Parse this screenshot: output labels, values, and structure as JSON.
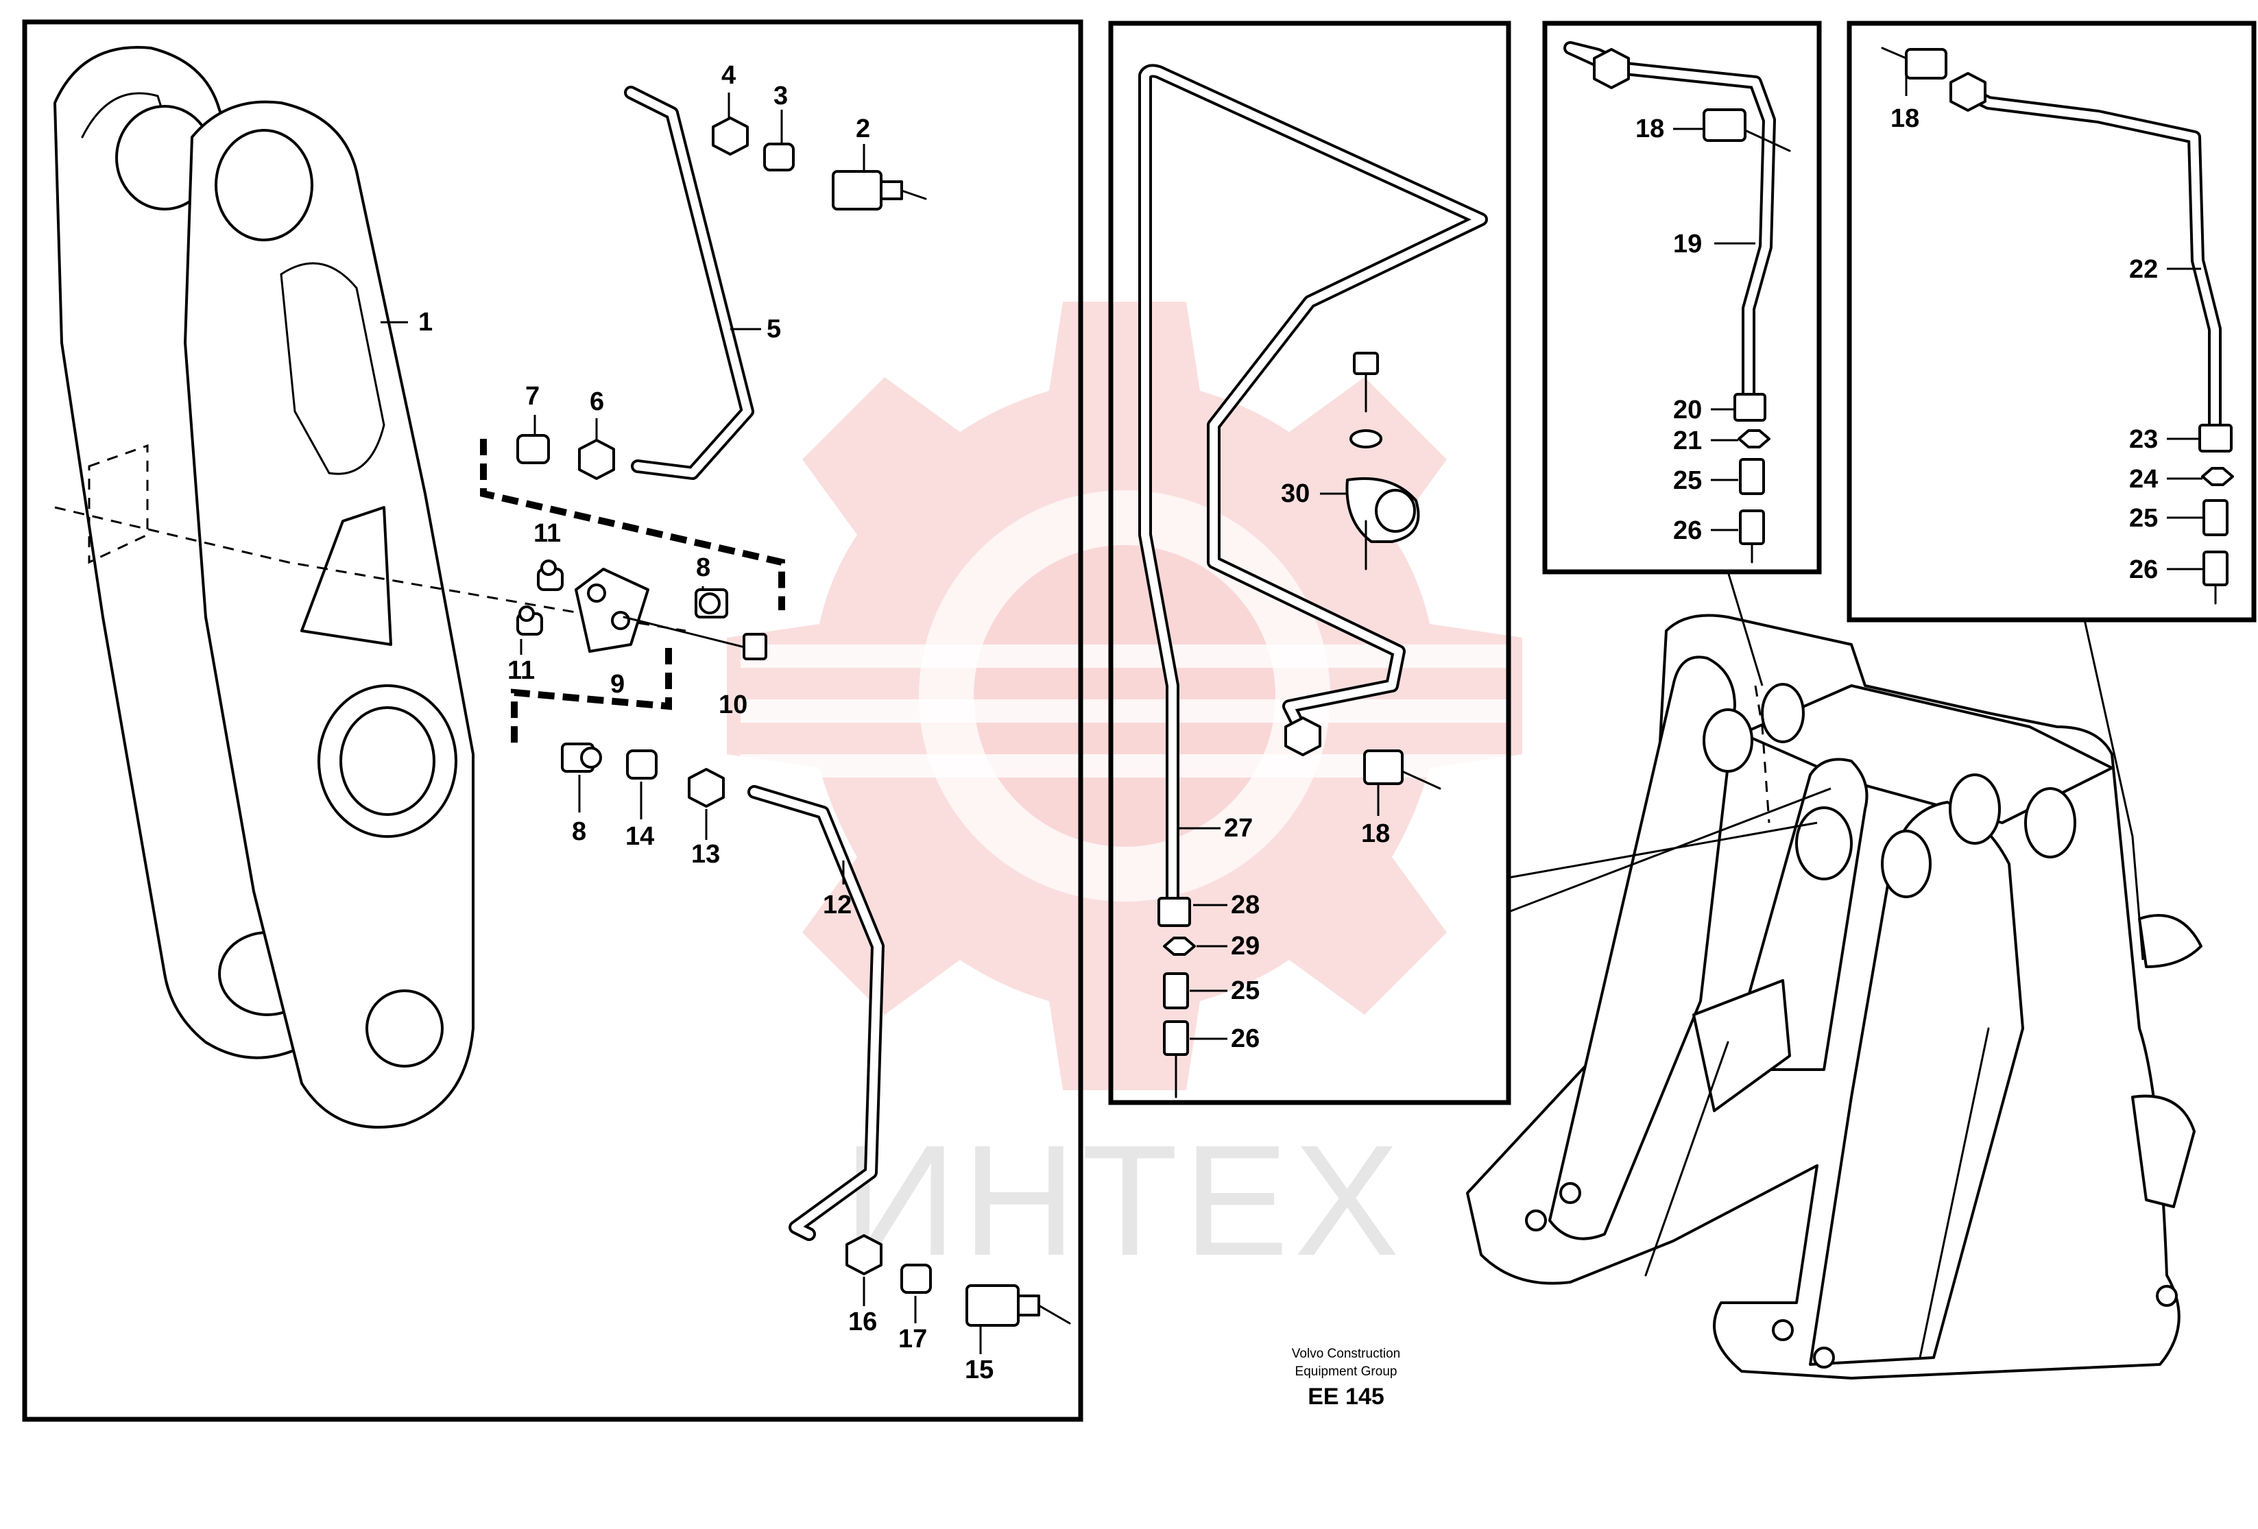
{
  "drawing": {
    "publisher_line1": "Volvo Construction",
    "publisher_line2": "Equipment Group",
    "drawing_number": "EE 145"
  },
  "watermark": {
    "text": "ИНТЕХ",
    "gear_color": "#e83c3c"
  },
  "callouts": {
    "c1": "1",
    "c2": "2",
    "c3": "3",
    "c4": "4",
    "c5": "5",
    "c6": "6",
    "c7": "7",
    "c8a": "8",
    "c8b": "8",
    "c9": "9",
    "c10": "10",
    "c11a": "11",
    "c11b": "11",
    "c12": "12",
    "c13": "13",
    "c14": "14",
    "c15": "15",
    "c16": "16",
    "c17": "17",
    "c18a": "18",
    "c18b": "18",
    "c18c": "18",
    "c19": "19",
    "c20": "20",
    "c21": "21",
    "c22": "22",
    "c23": "23",
    "c24": "24",
    "c25a": "25",
    "c25b": "25",
    "c25c": "25",
    "c26a": "26",
    "c26b": "26",
    "c26c": "26",
    "c27": "27",
    "c28": "28",
    "c29": "29",
    "c30": "30"
  }
}
